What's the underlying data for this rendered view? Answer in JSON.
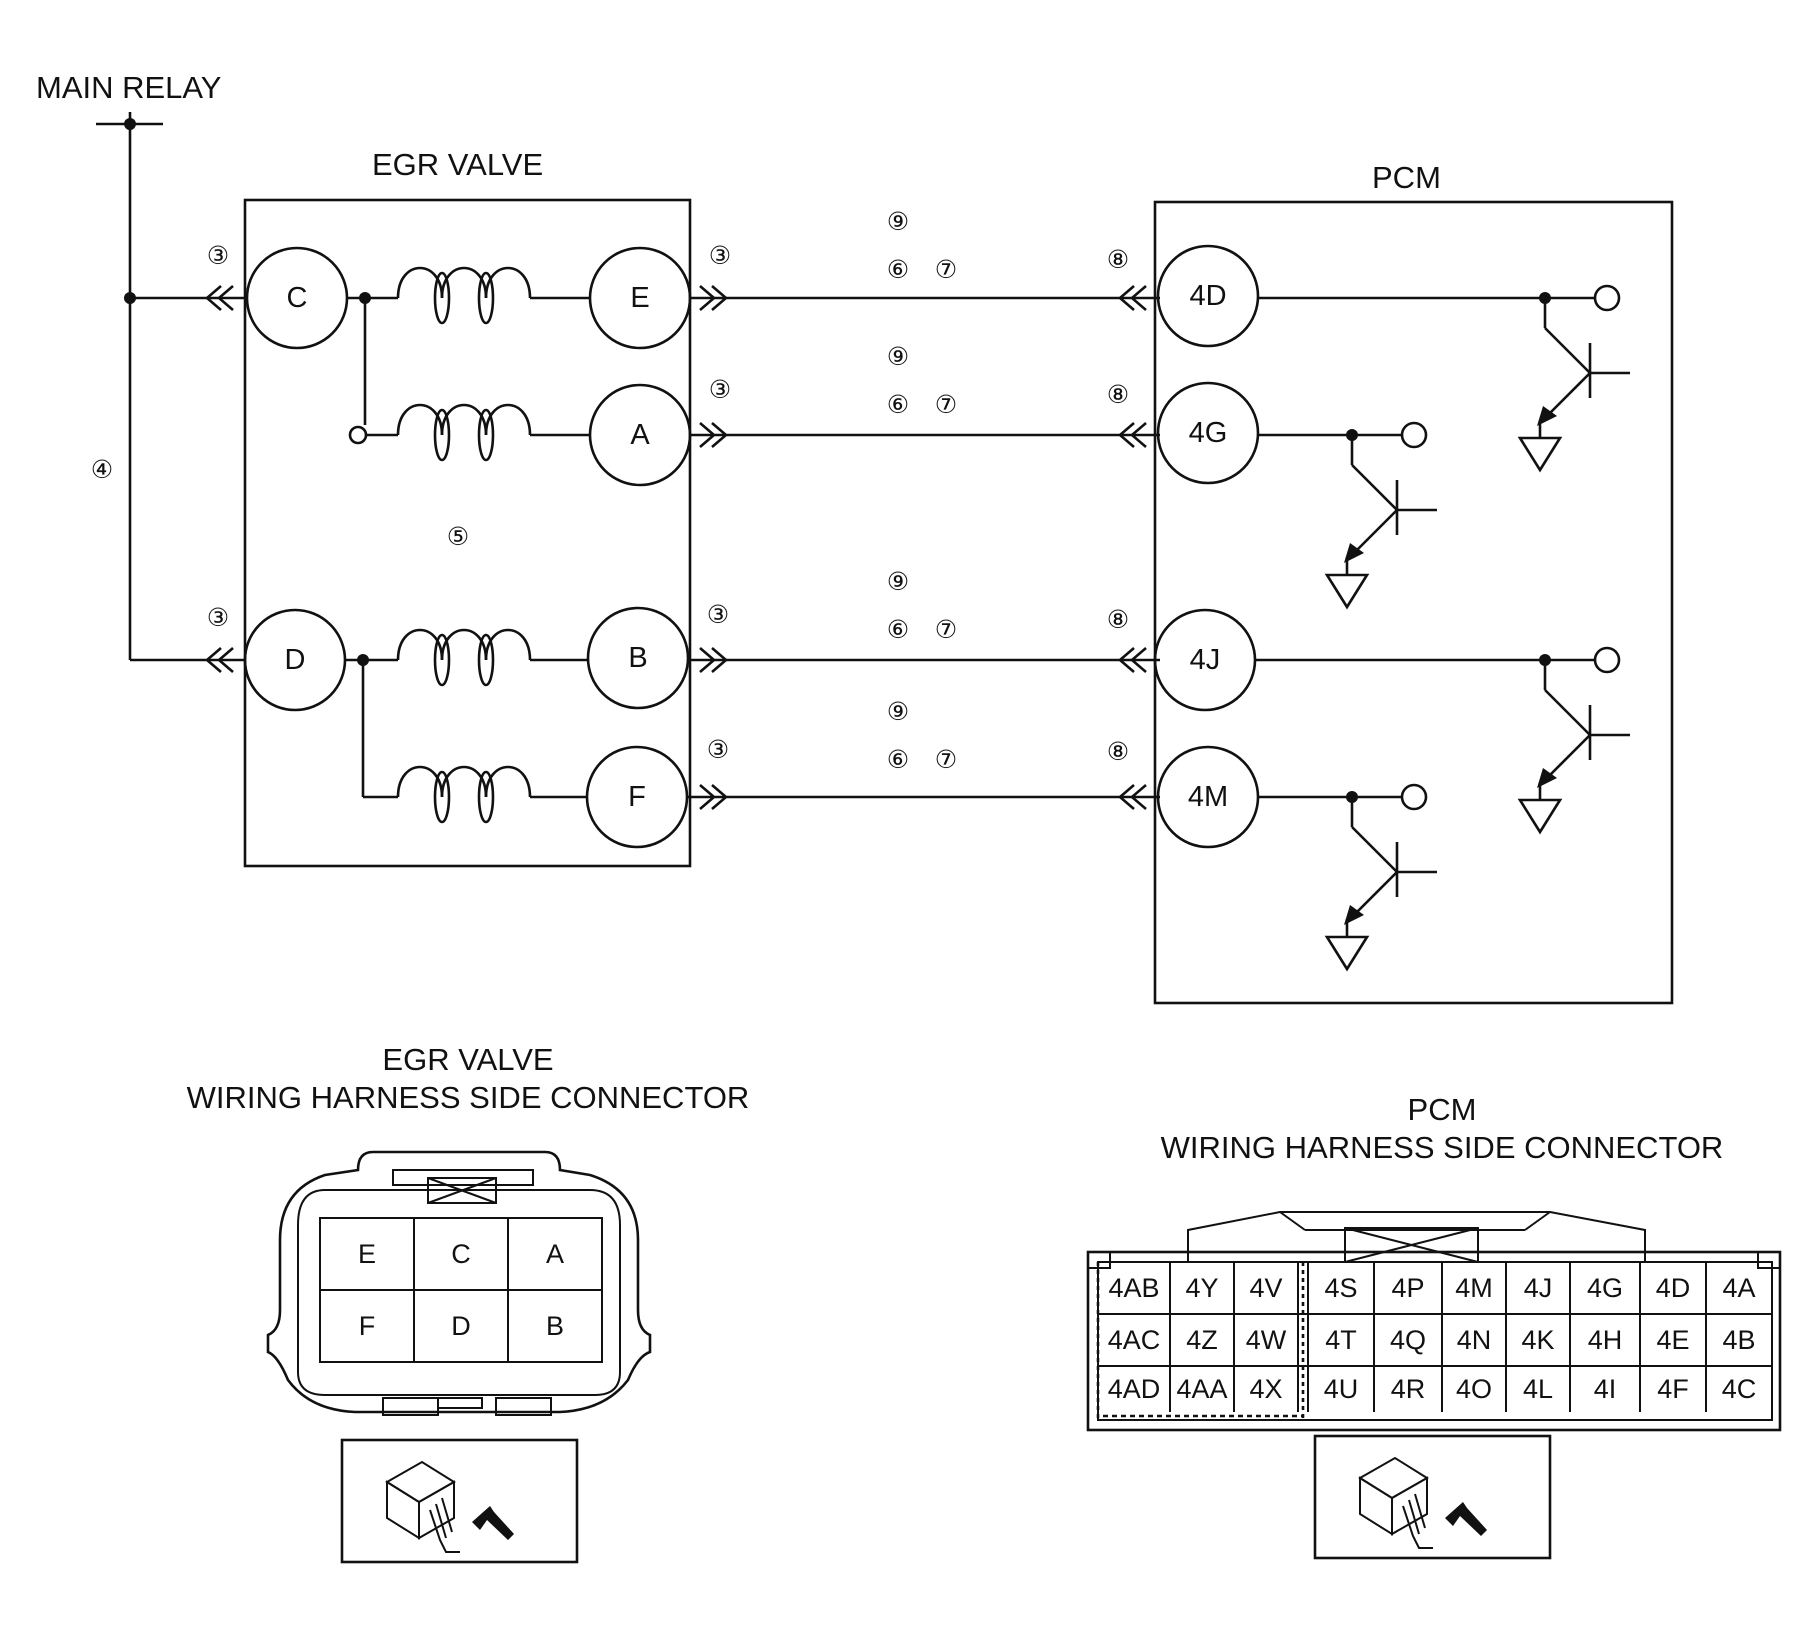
{
  "labels": {
    "main_relay": "MAIN RELAY",
    "egr_valve": "EGR VALVE",
    "pcm": "PCM",
    "egr_connector_line1": "EGR VALVE",
    "egr_connector_line2": "WIRING HARNESS SIDE CONNECTOR",
    "pcm_connector_line1": "PCM",
    "pcm_connector_line2": "WIRING HARNESS SIDE CONNECTOR"
  },
  "egr_pins": {
    "c": "C",
    "d": "D",
    "e": "E",
    "a": "A",
    "b": "B",
    "f": "F"
  },
  "pcm_pins": {
    "p4d": "4D",
    "p4g": "4G",
    "p4j": "4J",
    "p4m": "4M"
  },
  "markers": {
    "n3": "③",
    "n4": "④",
    "n5": "⑤",
    "n6": "⑥",
    "n7": "⑦",
    "n8": "⑧",
    "n9": "⑨"
  },
  "egr_connector": {
    "rows": [
      [
        "E",
        "C",
        "A"
      ],
      [
        "F",
        "D",
        "B"
      ]
    ]
  },
  "pcm_connector": {
    "rows": [
      [
        "4AB",
        "4Y",
        "4V",
        "4S",
        "4P",
        "4M",
        "4J",
        "4G",
        "4D",
        "4A"
      ],
      [
        "4AC",
        "4Z",
        "4W",
        "4T",
        "4Q",
        "4N",
        "4K",
        "4H",
        "4E",
        "4B"
      ],
      [
        "4AD",
        "4AA",
        "4X",
        "4U",
        "4R",
        "4O",
        "4L",
        "4I",
        "4F",
        "4C"
      ]
    ]
  }
}
